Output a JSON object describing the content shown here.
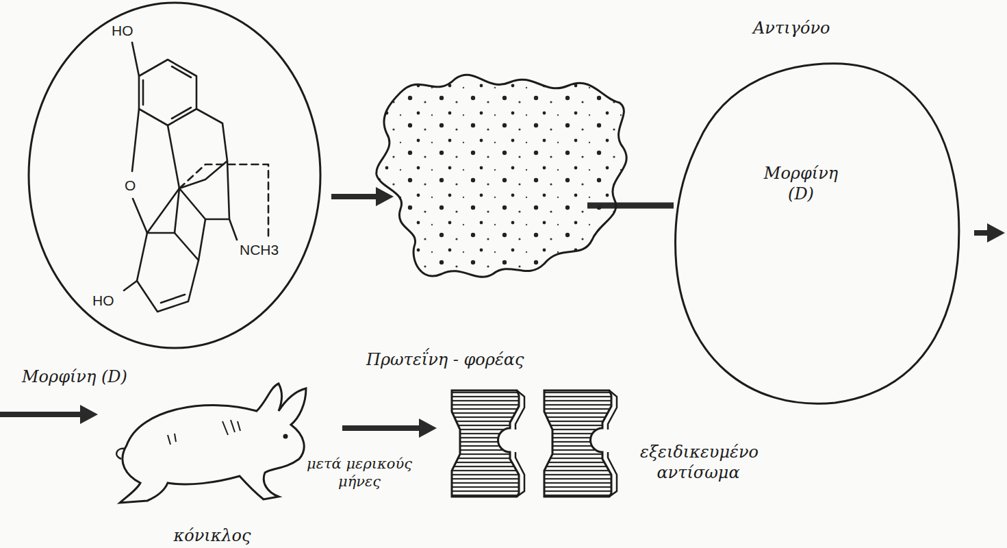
{
  "diagram": {
    "nodes": [
      {
        "text": [
          "HO",
          "O",
          "NCH3",
          "HO",
          "Μορφίνη (D)"
        ]
      },
      {
        "text": [
          "Πρωτεΐνη - φορέας"
        ]
      },
      {
        "text": [
          "Μορφίνη (D)"
        ]
      },
      {
        "text": [
          "κόνικλος"
        ]
      },
      {
        "text": [
          "εξειδικευμένο αντίσωμα"
        ]
      }
    ],
    "edges": [
      {
        "from": 0,
        "to": 1,
        "arrow": "to"
      },
      {
        "from": 1,
        "to": 2,
        "arrow": "none"
      },
      {
        "from": 2,
        "to": 3,
        "arrow": "to"
      },
      {
        "from": 3,
        "to": 4,
        "arrow": "to",
        "label": "μετά μερικούς μήνες"
      }
    ],
    "labels": [
      "Αντιγόνο"
    ]
  }
}
